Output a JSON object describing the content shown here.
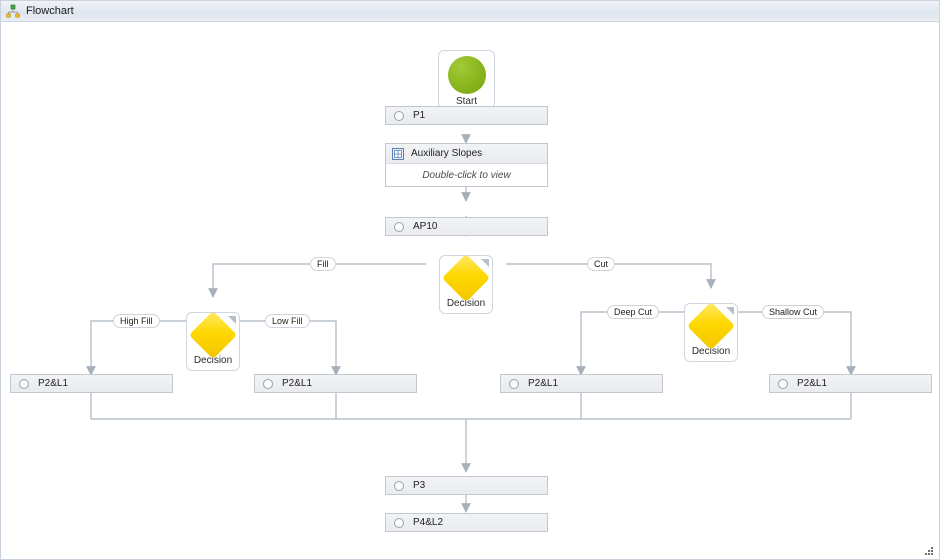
{
  "window": {
    "title": "Flowchart",
    "icon": "flowchart-hierarchy-icon"
  },
  "flowchart": {
    "nodes": {
      "start": {
        "label": "Start",
        "type": "terminator"
      },
      "p1": {
        "label": "P1",
        "type": "process"
      },
      "aux": {
        "label": "Auxiliary Slopes",
        "hint": "Double-click to view",
        "type": "subprocess",
        "icon": "subprocess-icon"
      },
      "ap10": {
        "label": "AP10",
        "type": "process"
      },
      "decision_main": {
        "label": "Decision",
        "type": "decision"
      },
      "decision_fill": {
        "label": "Decision",
        "type": "decision"
      },
      "decision_cut": {
        "label": "Decision",
        "type": "decision"
      },
      "p2l1_a": {
        "label": "P2&L1",
        "type": "process"
      },
      "p2l1_b": {
        "label": "P2&L1",
        "type": "process"
      },
      "p2l1_c": {
        "label": "P2&L1",
        "type": "process"
      },
      "p2l1_d": {
        "label": "P2&L1",
        "type": "process"
      },
      "p3": {
        "label": "P3",
        "type": "process"
      },
      "p4l2": {
        "label": "P4&L2",
        "type": "process"
      }
    },
    "edge_labels": {
      "fill": "Fill",
      "cut": "Cut",
      "high_fill": "High Fill",
      "low_fill": "Low Fill",
      "deep_cut": "Deep Cut",
      "shallow_cut": "Shallow Cut"
    },
    "colors": {
      "start_fill": "#8fba22",
      "decision_fill": "#ffd800",
      "connector": "#b8c0cb",
      "process_fill": "#eaecef",
      "node_border": "#c2c8d0",
      "titlebar": "#e3e9f0"
    }
  },
  "statusbar": {
    "resize_grip": "resize-grip-icon"
  }
}
